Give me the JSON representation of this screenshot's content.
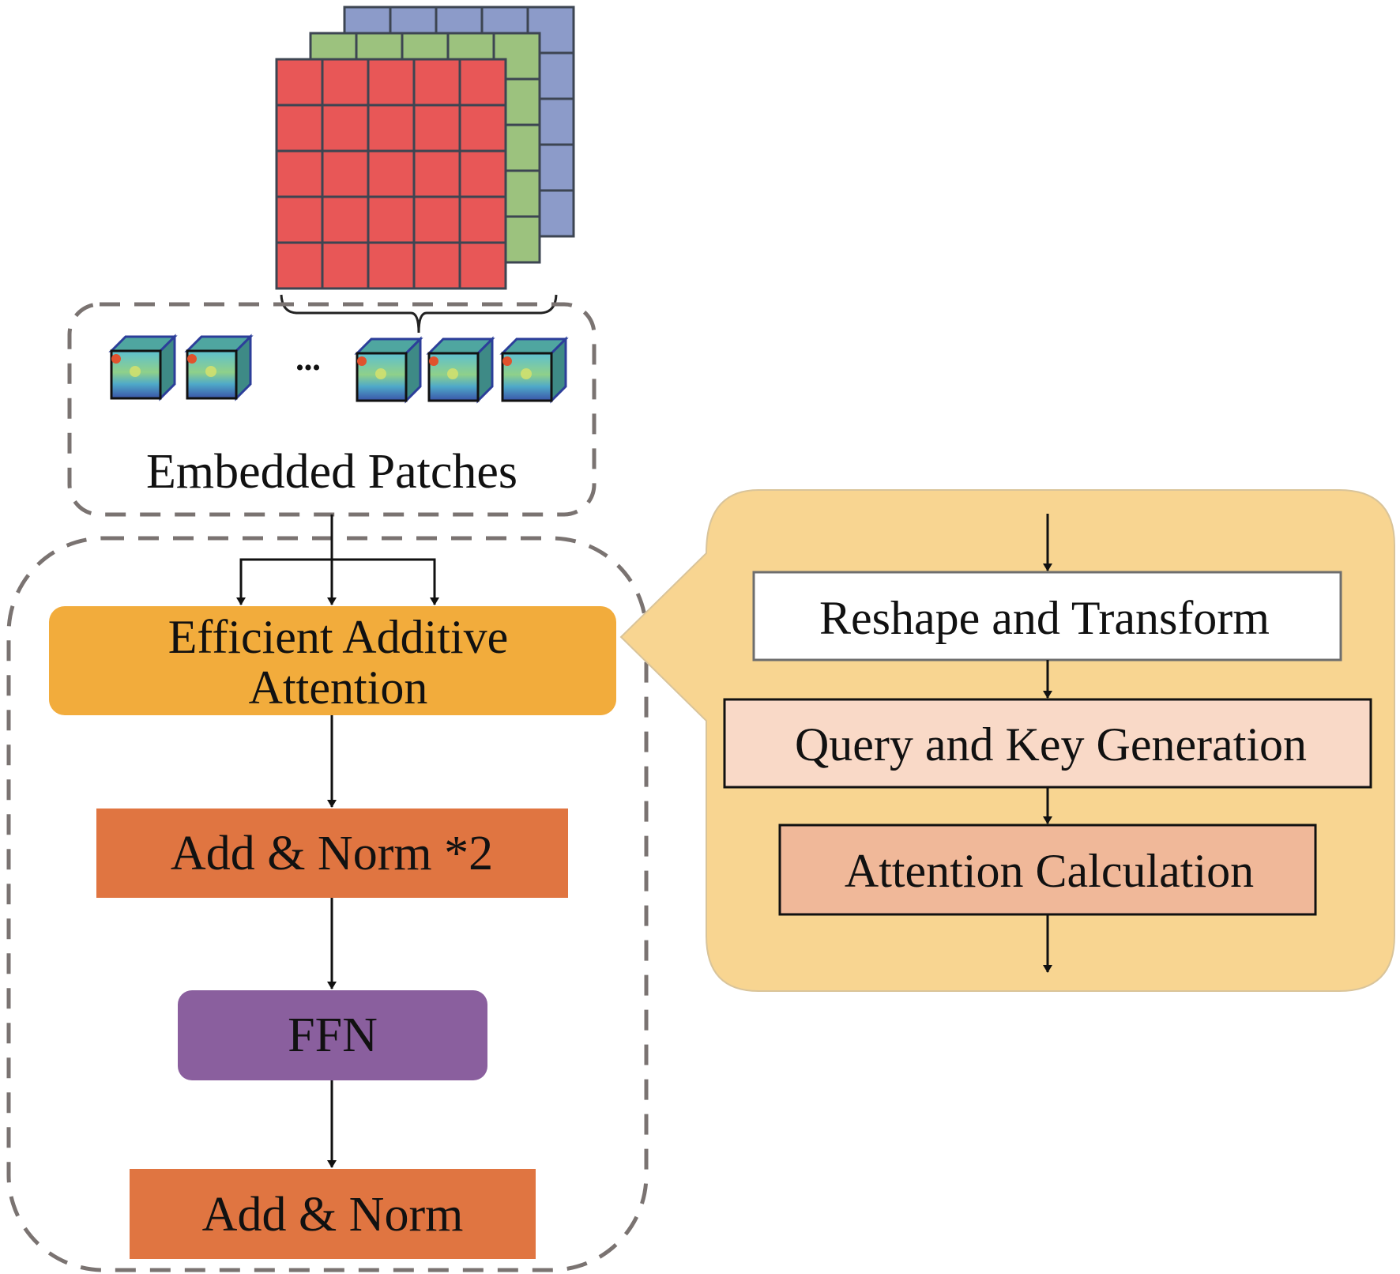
{
  "colors": {
    "grid_red": "#E85757",
    "grid_green": "#9CC27E",
    "grid_blue": "#8C9BC9",
    "grid_line": "#3D4552",
    "dash_gray": "#7A7371",
    "eaa_orange": "#F2AC3C",
    "add_norm_orange": "#E07541",
    "ffn_purple": "#8A5F9E",
    "callout_bg": "#F8D591",
    "reshape_bg": "#FFFFFF",
    "query_bg": "#F9D9C7",
    "attn_calc_bg": "#F0B899",
    "arrow": "#111111"
  },
  "input_grid": {
    "layers": [
      "red",
      "green",
      "blue"
    ],
    "rows": 5,
    "cols": 5
  },
  "patches": {
    "label": "Embedded Patches",
    "left_count": 2,
    "right_count": 3,
    "ellipsis": "•••"
  },
  "encoder": {
    "blocks": [
      {
        "id": "eaa",
        "label_lines": [
          "Efficient Additive",
          "Attention"
        ]
      },
      {
        "id": "add_norm_2",
        "label_lines": [
          "Add & Norm *2"
        ]
      },
      {
        "id": "ffn",
        "label_lines": [
          "FFN"
        ]
      },
      {
        "id": "add_norm",
        "label_lines": [
          "Add & Norm"
        ]
      }
    ]
  },
  "callout": {
    "steps": [
      {
        "id": "reshape",
        "label": "Reshape and Transform"
      },
      {
        "id": "query_key",
        "label": "Query and Key Generation"
      },
      {
        "id": "attn_calc",
        "label": "Attention Calculation"
      }
    ]
  }
}
